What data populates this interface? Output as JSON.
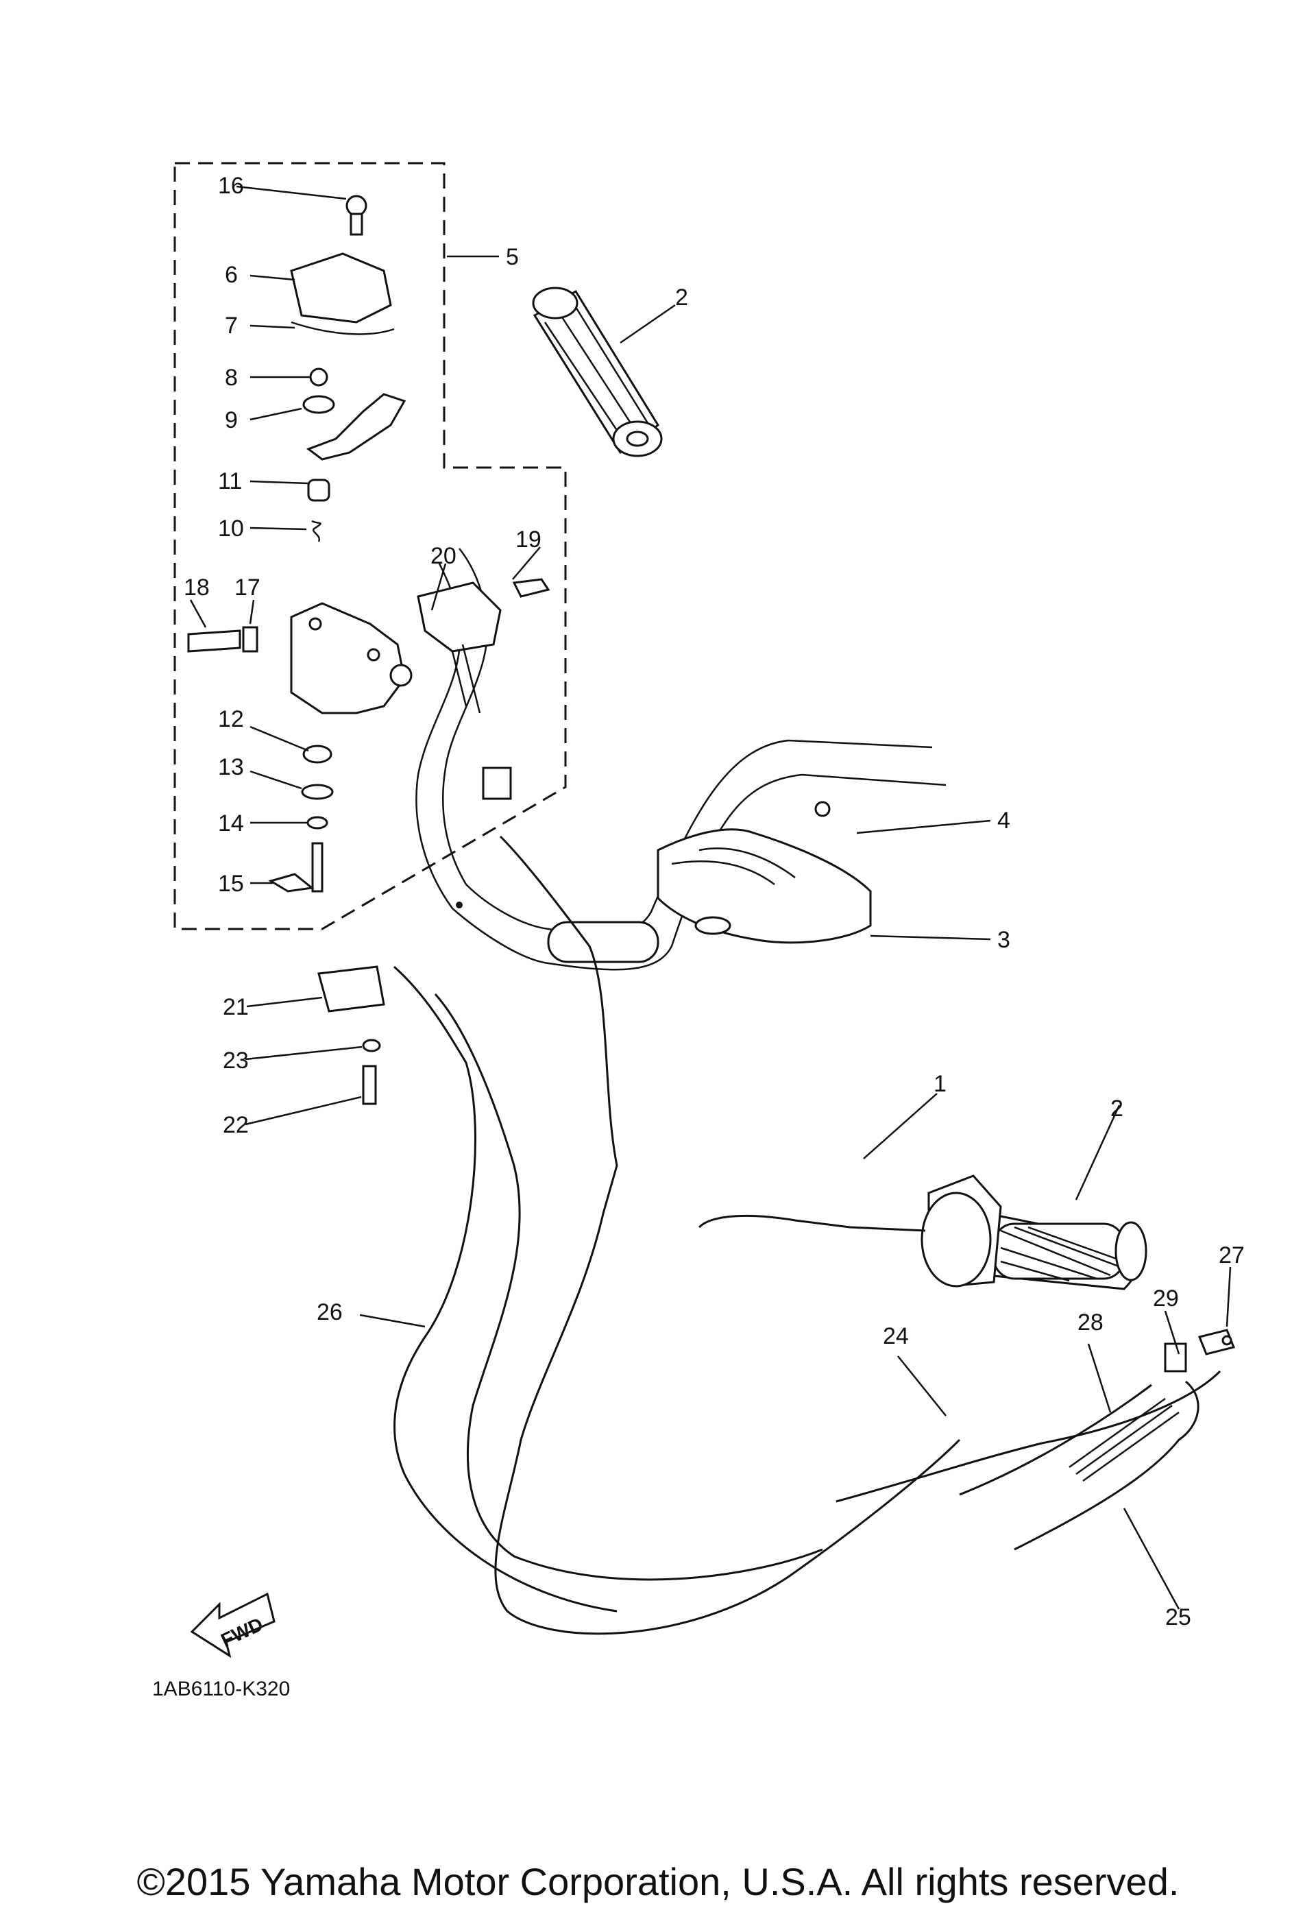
{
  "labels": [
    {
      "id": "callout-1",
      "text": "1"
    },
    {
      "id": "callout-2a",
      "text": "2"
    },
    {
      "id": "callout-2b",
      "text": "2"
    },
    {
      "id": "callout-3",
      "text": "3"
    },
    {
      "id": "callout-4",
      "text": "4"
    },
    {
      "id": "callout-5",
      "text": "5"
    },
    {
      "id": "callout-6",
      "text": "6"
    },
    {
      "id": "callout-7",
      "text": "7"
    },
    {
      "id": "callout-8",
      "text": "8"
    },
    {
      "id": "callout-9",
      "text": "9"
    },
    {
      "id": "callout-10",
      "text": "10"
    },
    {
      "id": "callout-11",
      "text": "11"
    },
    {
      "id": "callout-12",
      "text": "12"
    },
    {
      "id": "callout-13",
      "text": "13"
    },
    {
      "id": "callout-14",
      "text": "14"
    },
    {
      "id": "callout-15",
      "text": "15"
    },
    {
      "id": "callout-16",
      "text": "16"
    },
    {
      "id": "callout-17",
      "text": "17"
    },
    {
      "id": "callout-18",
      "text": "18"
    },
    {
      "id": "callout-19",
      "text": "19"
    },
    {
      "id": "callout-20",
      "text": "20"
    },
    {
      "id": "callout-21",
      "text": "21"
    },
    {
      "id": "callout-22",
      "text": "22"
    },
    {
      "id": "callout-23",
      "text": "23"
    },
    {
      "id": "callout-24",
      "text": "24"
    },
    {
      "id": "callout-25",
      "text": "25"
    },
    {
      "id": "callout-26",
      "text": "26"
    },
    {
      "id": "callout-27",
      "text": "27"
    },
    {
      "id": "callout-28",
      "text": "28"
    },
    {
      "id": "callout-29",
      "text": "29"
    }
  ],
  "fwd_marker": "FWD",
  "drawing_code": "1AB6110-K320",
  "copyright": "©2015 Yamaha Motor Corporation, U.S.A. All rights reserved."
}
